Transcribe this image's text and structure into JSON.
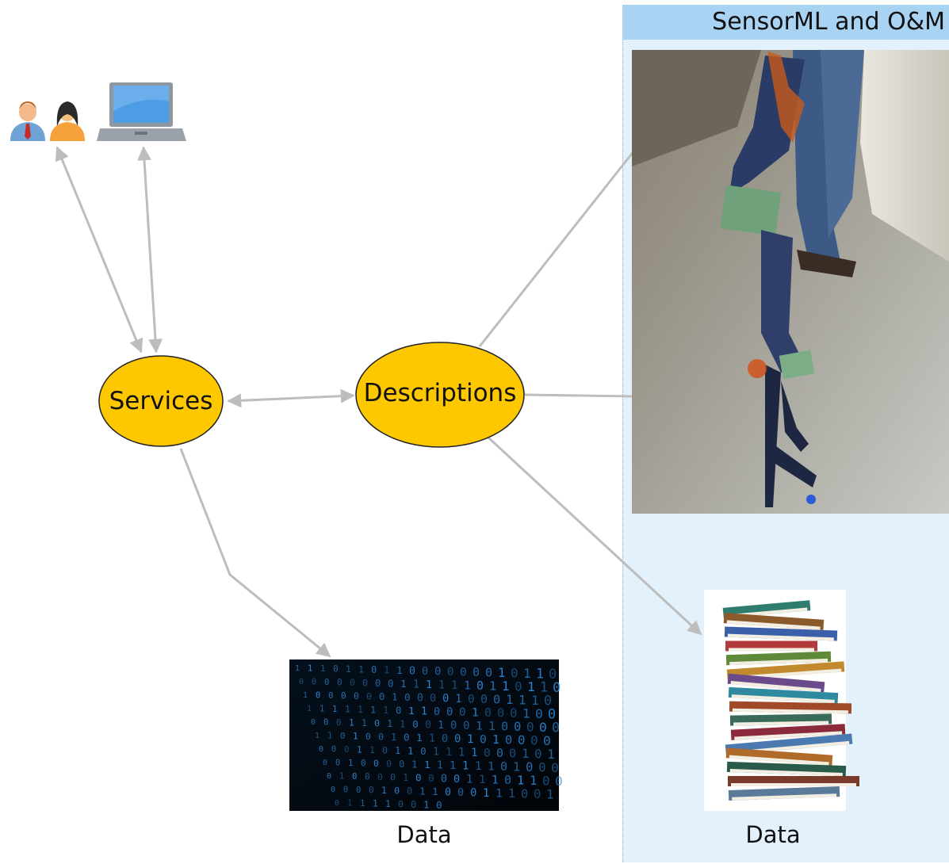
{
  "panel": {
    "title": "SensorML and O&M",
    "background_color": "#e3f1fc",
    "header_color": "#a9d3f3"
  },
  "nodes": {
    "services": {
      "label": "Services",
      "fill": "#fdc800"
    },
    "descriptions": {
      "label": "Descriptions",
      "fill": "#fdc800"
    }
  },
  "images": {
    "users": {
      "icon": "users-icon"
    },
    "laptop": {
      "icon": "laptop-icon"
    },
    "sensor_photo": {
      "icon": "sensor-device-photo"
    },
    "binary_data": {
      "icon": "binary-data-image",
      "caption": "Data"
    },
    "books": {
      "icon": "books-stack-image",
      "caption": "Data"
    }
  },
  "edge_color": "#bdbdbd"
}
